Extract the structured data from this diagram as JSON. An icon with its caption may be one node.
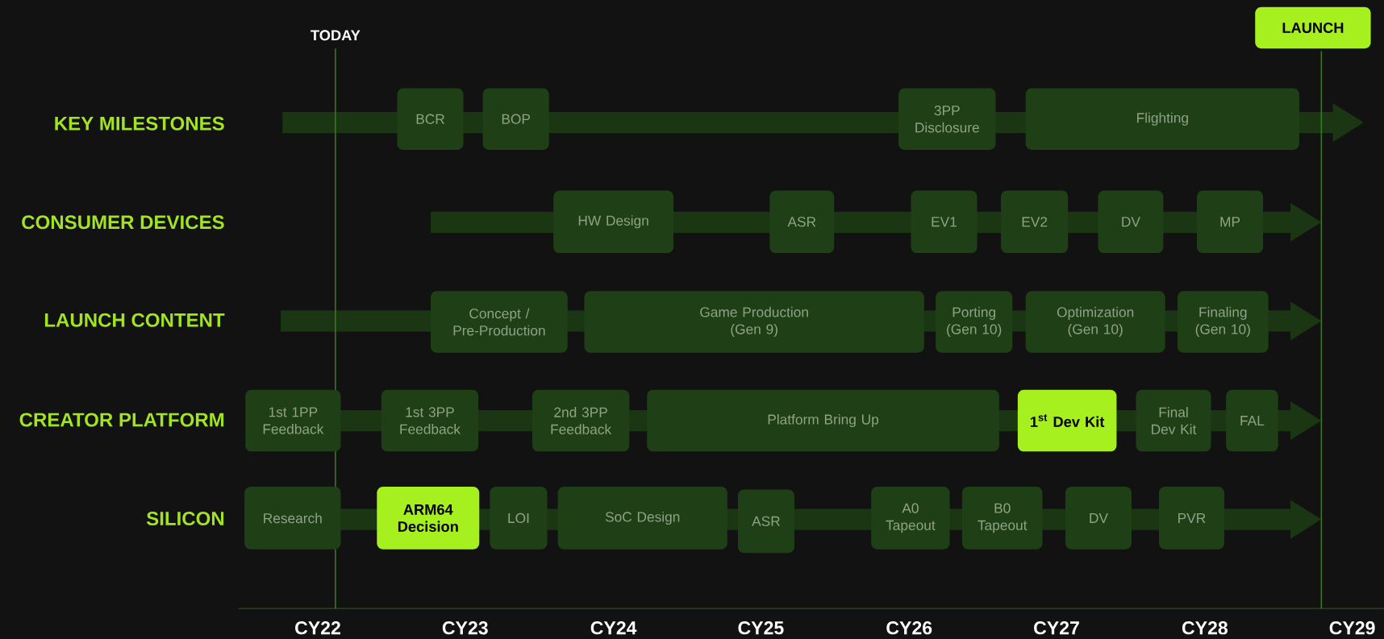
{
  "diagram": {
    "nodes": [
      {
        "text": [
          "LAUNCH"
        ]
      },
      {
        "text": [
          "BCR"
        ]
      },
      {
        "text": [
          "BOP"
        ]
      },
      {
        "text": [
          "3PP Disclosure"
        ]
      },
      {
        "text": [
          "Flighting"
        ]
      },
      {
        "text": [
          "HW Design"
        ]
      },
      {
        "text": [
          "ASR"
        ]
      },
      {
        "text": [
          "EV1"
        ]
      },
      {
        "text": [
          "EV2"
        ]
      },
      {
        "text": [
          "DV"
        ]
      },
      {
        "text": [
          "MP"
        ]
      },
      {
        "text": [
          "Concept / Pre-Production"
        ]
      },
      {
        "text": [
          "Game Production (Gen 9)"
        ]
      },
      {
        "text": [
          "Porting (Gen 10)"
        ]
      },
      {
        "text": [
          "Optimization (Gen 10)"
        ]
      },
      {
        "text": [
          "Finaling (Gen 10)"
        ]
      },
      {
        "text": [
          "1st 1PP Feedback"
        ]
      },
      {
        "text": [
          "1st 3PP Feedback"
        ]
      },
      {
        "text": [
          "2nd 3PP Feedback"
        ]
      },
      {
        "text": [
          "Platform Bring Up"
        ]
      },
      {
        "text": [
          "1$^{st}$ Dev Kit"
        ]
      },
      {
        "text": [
          "Final Dev Kit"
        ]
      },
      {
        "text": [
          "FAL"
        ]
      },
      {
        "text": [
          "Research"
        ]
      },
      {
        "text": [
          "ARM64 Decision"
        ]
      },
      {
        "text": [
          "LOI"
        ]
      },
      {
        "text": [
          "SoC Design"
        ]
      },
      {
        "text": [
          "ASR"
        ]
      },
      {
        "text": [
          "A0 Tapeout"
        ]
      },
      {
        "text": [
          "B0 Tapeout"
        ]
      },
      {
        "text": [
          "DV"
        ]
      },
      {
        "text": [
          "PVR"
        ]
      }
    ],
    "labels": [
      "TODAY",
      "KEY MILESTONES",
      "CONSUMER DEVICES",
      "LAUNCH CONTENT",
      "CREATOR PLATFORM",
      "SILICON",
      "CY22",
      "CY23",
      "CY24",
      "CY25",
      "CY26",
      "CY27",
      "CY28",
      "CY29"
    ]
  }
}
